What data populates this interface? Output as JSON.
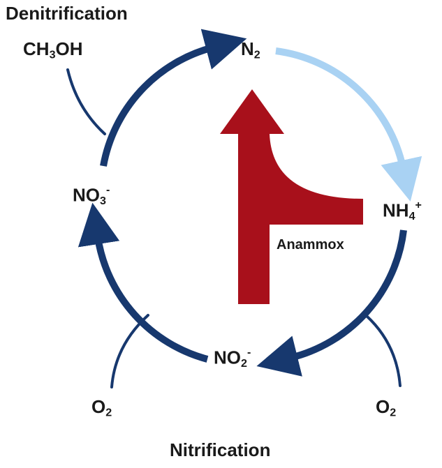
{
  "colors": {
    "cycle": "#17386e",
    "n2_to_nh4": "#a9d2f3",
    "anammox": "#a8101b",
    "text": "#1a1a1a"
  },
  "labels": {
    "denitrification": "Denitrification",
    "methanol": {
      "a": "CH",
      "b": "3",
      "c": "OH"
    },
    "n2": {
      "base": "N",
      "sub": "2"
    },
    "no3": {
      "base": "NO",
      "sub": "3",
      "sup": "-"
    },
    "nh4": {
      "base": "NH",
      "sub": "4",
      "sup": "+"
    },
    "anammox": "Anammox",
    "no2": {
      "base": "NO",
      "sub": "2",
      "sup": "-"
    },
    "o2_left": {
      "base": "O",
      "sub": "2"
    },
    "o2_right": {
      "base": "O",
      "sub": "2"
    },
    "nitrification": "Nitrification"
  }
}
